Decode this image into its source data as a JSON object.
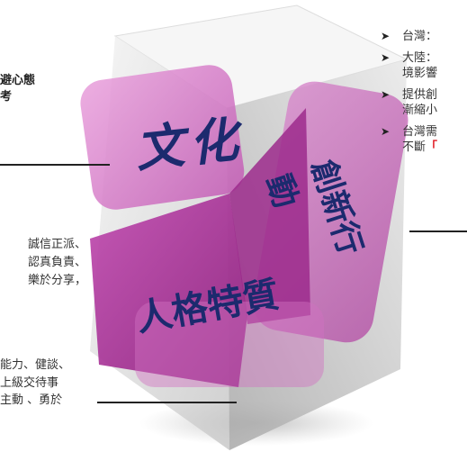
{
  "diagram": {
    "faces": {
      "top": "文化",
      "left": "人格特質",
      "right": "創新行動"
    },
    "left_texts": {
      "top_line1": "避心態",
      "top_line2": "考",
      "middle_line1": "誠信正派、",
      "middle_line2": "認真負責、",
      "middle_line3": "樂於分享，",
      "bottom_line1": "能力、健談、",
      "bottom_line2": "上級交待事",
      "bottom_line3": "主動 、勇於"
    },
    "right_bullets": [
      {
        "line1": "台灣：",
        "line2": ""
      },
      {
        "line1": "大陸：",
        "line2": "境影響"
      },
      {
        "line1": "提供創",
        "line2": "漸縮小"
      },
      {
        "line1": "台灣需",
        "line2": "不斷「"
      }
    ],
    "colors": {
      "accent_red": "#e0141e",
      "cube_magenta": "#b0309a",
      "label_navy": "#1c2a6e"
    }
  }
}
